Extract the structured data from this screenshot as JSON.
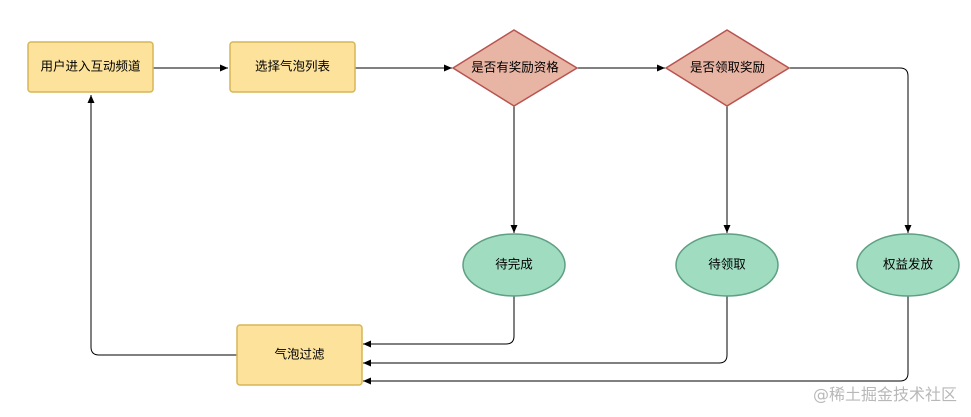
{
  "nodes": {
    "enter_channel": {
      "label": "用户进入互动频道",
      "shape": "rect",
      "fill": "#fce29a",
      "stroke": "#d6b656"
    },
    "select_bubbles": {
      "label": "选择气泡列表",
      "shape": "rect",
      "fill": "#fce29a",
      "stroke": "#d6b656"
    },
    "has_reward_qualification": {
      "label": "是否有奖励资格",
      "shape": "diamond",
      "fill": "#e8b4a4",
      "stroke": "#b85450"
    },
    "claimed_reward": {
      "label": "是否领取奖励",
      "shape": "diamond",
      "fill": "#e8b4a4",
      "stroke": "#b85450"
    },
    "to_complete": {
      "label": "待完成",
      "shape": "ellipse",
      "fill": "#9fdcc0",
      "stroke": "#5f9f83"
    },
    "to_claim": {
      "label": "待领取",
      "shape": "ellipse",
      "fill": "#9fdcc0",
      "stroke": "#5f9f83"
    },
    "rights_issued": {
      "label": "权益发放",
      "shape": "ellipse",
      "fill": "#9fdcc0",
      "stroke": "#5f9f83"
    },
    "bubble_filter": {
      "label": "气泡过滤",
      "shape": "rect",
      "fill": "#fce29a",
      "stroke": "#d6b656"
    }
  },
  "edges": [
    {
      "from": "enter_channel",
      "to": "select_bubbles"
    },
    {
      "from": "select_bubbles",
      "to": "has_reward_qualification"
    },
    {
      "from": "has_reward_qualification",
      "to": "claimed_reward"
    },
    {
      "from": "has_reward_qualification",
      "to": "to_complete"
    },
    {
      "from": "claimed_reward",
      "to": "to_claim"
    },
    {
      "from": "claimed_reward",
      "to": "rights_issued"
    },
    {
      "from": "to_complete",
      "to": "bubble_filter"
    },
    {
      "from": "to_claim",
      "to": "bubble_filter"
    },
    {
      "from": "rights_issued",
      "to": "bubble_filter"
    },
    {
      "from": "bubble_filter",
      "to": "enter_channel"
    }
  ],
  "watermark": "@稀土掘金技术社区"
}
